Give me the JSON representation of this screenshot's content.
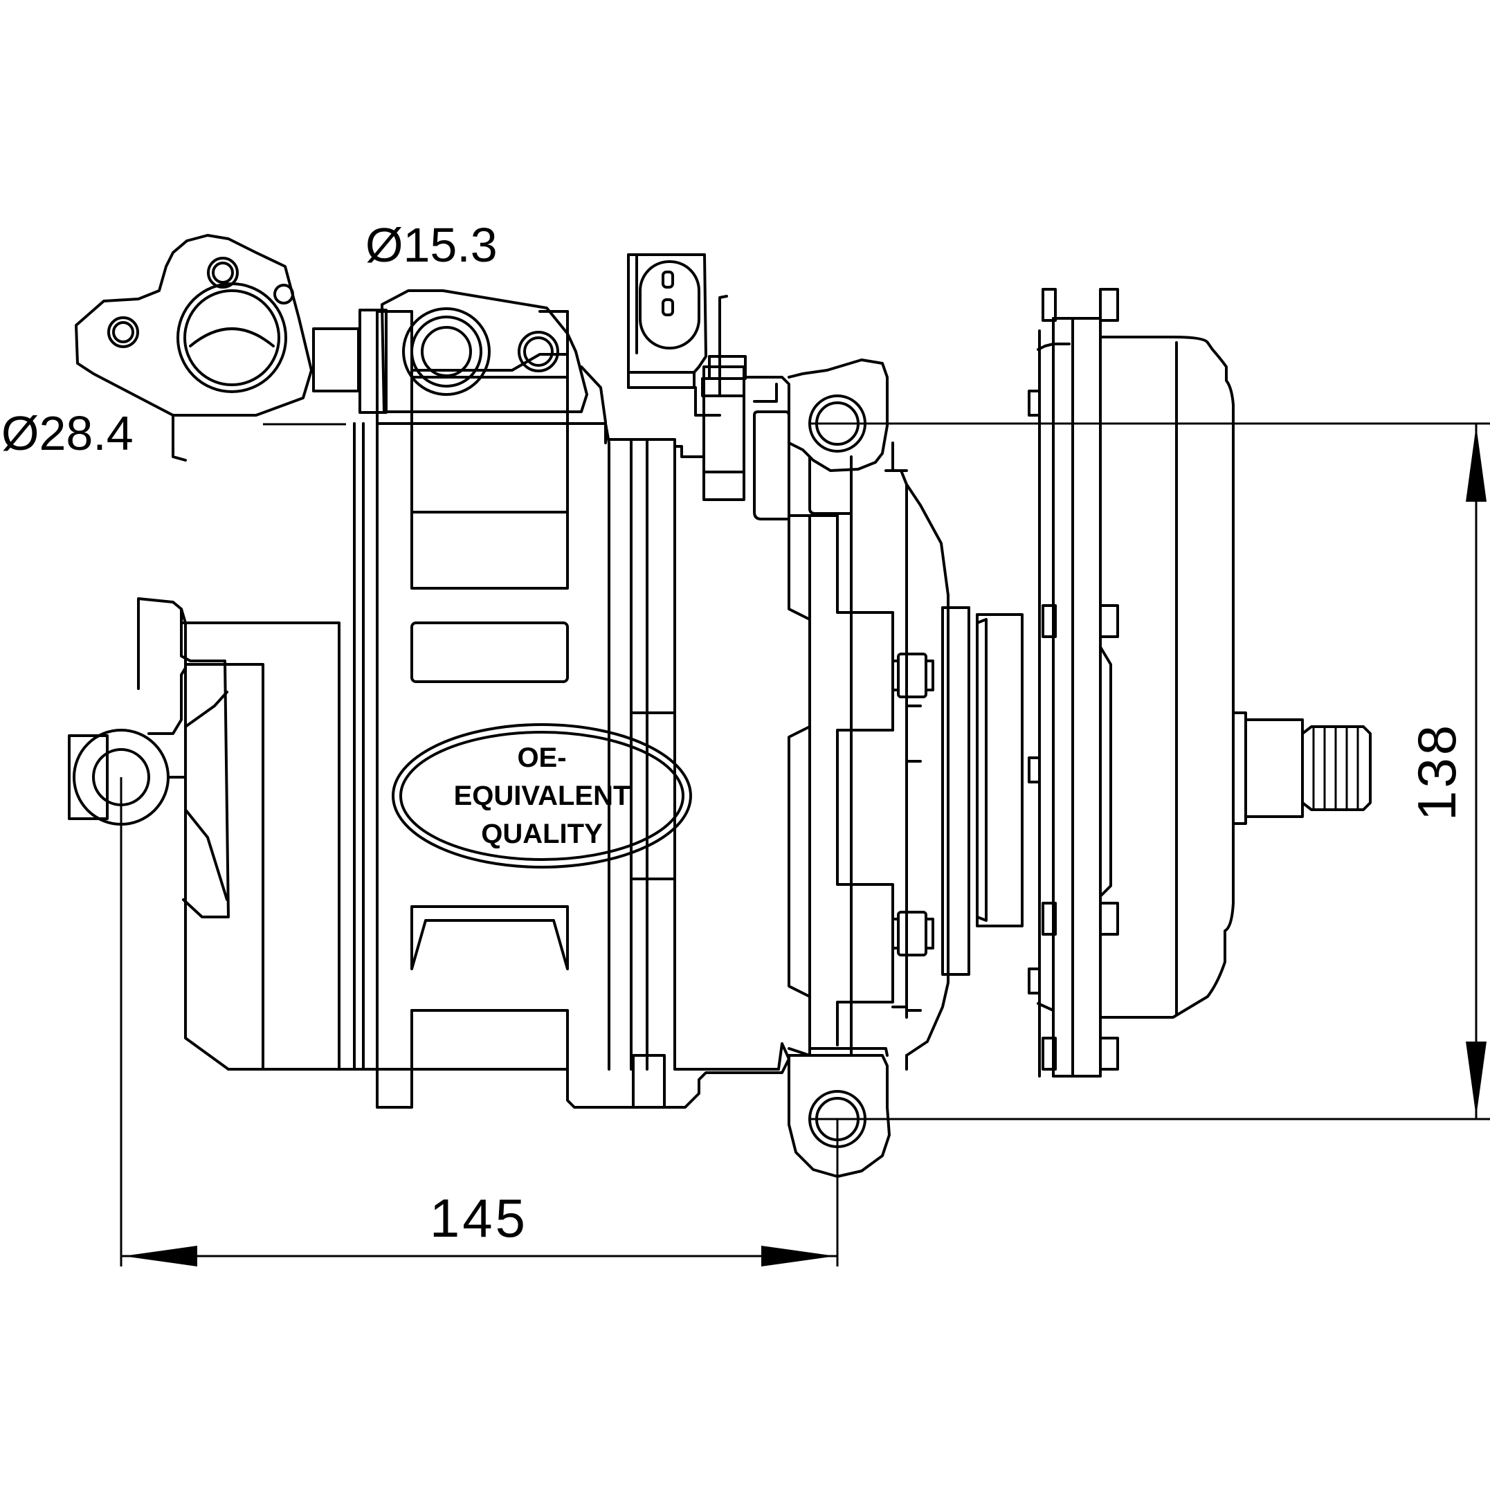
{
  "dimensions": {
    "discharge_port_diameter": "Ø15.3",
    "suction_port_diameter": "Ø28.4",
    "mount_hole_spacing_horizontal": "145",
    "mount_hole_spacing_vertical": "138"
  },
  "badge": {
    "line1": "OE-",
    "line2": "EQUIVALENT",
    "line3": "QUALITY"
  }
}
